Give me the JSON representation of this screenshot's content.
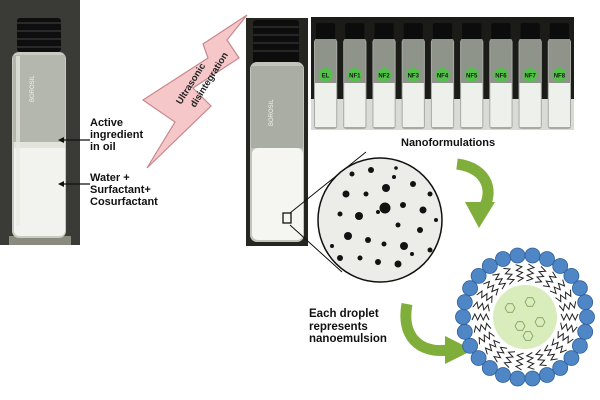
{
  "labels": {
    "active_ingredient": [
      "Active",
      "ingredient",
      "in oil"
    ],
    "water_mix": [
      "Water +",
      "Surfactant+",
      "Cosurfactant"
    ],
    "ultrasonic": [
      "Ultrasonic",
      "disintegration"
    ],
    "nanoformulations": "Nanoformulations",
    "droplet": [
      "Each droplet",
      "represents",
      "nanoemulsion"
    ]
  },
  "vial_tags": [
    "EL",
    "NF1",
    "NF2",
    "NF3",
    "NF4",
    "NF5",
    "NF6",
    "NF7",
    "NF8"
  ],
  "vial_brand": "BOROSIL",
  "colors": {
    "bolt_fill": "#f6c7c9",
    "green_arrow": "#7fae3b",
    "micelle_head": "#4f86c6",
    "micelle_core": "#d9ecbc",
    "tag_green": "#53c04a"
  }
}
